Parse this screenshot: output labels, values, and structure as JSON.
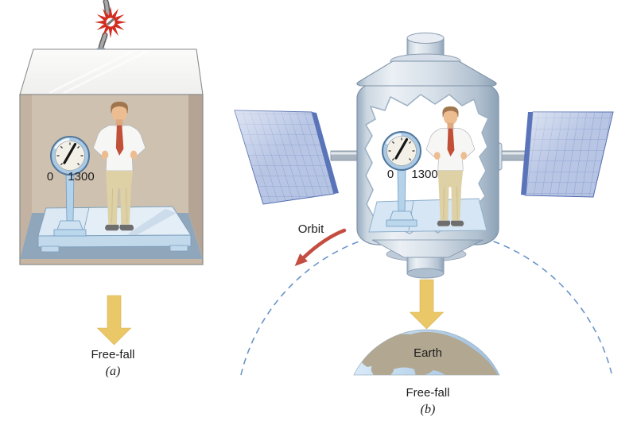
{
  "figure": {
    "panel_a": {
      "dial_zero": "0",
      "dial_max": "1300",
      "freefall": "Free-fall",
      "caption": "(a)"
    },
    "panel_b": {
      "dial_zero": "0",
      "dial_max": "1300",
      "orbit": "Orbit",
      "earth": "Earth",
      "freefall": "Free-fall",
      "caption": "(b)"
    },
    "colors": {
      "freefall_arrow": "#EAC868",
      "explosion": "#D22D20",
      "orbit_arrow": "#C44D42",
      "orbit_path": "#6B95C8",
      "tie": "#C24F37",
      "earth_land": "#B2A791",
      "earth_ocean": "#BCD6EC",
      "satellite_shell": "#CCD7E2",
      "solar_panel": "#B5C3E3",
      "box_wall": "#CFC1B0",
      "floor": "#90A6BB",
      "platform": "#E4EEF7",
      "dial_face": "#F3F0E8",
      "dial_rim": "#A9C9E4"
    }
  }
}
